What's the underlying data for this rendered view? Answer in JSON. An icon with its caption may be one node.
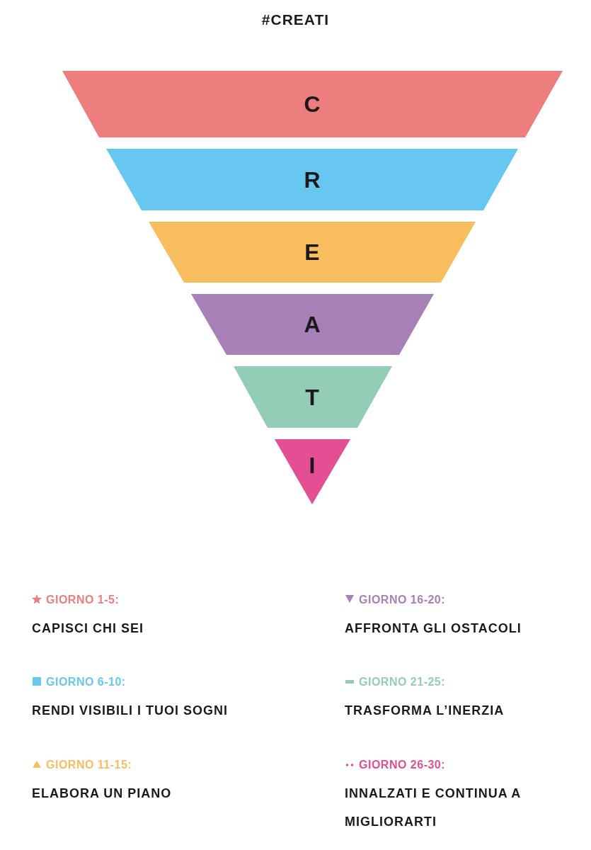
{
  "diagram": {
    "title": "#CREATI",
    "nodes": [
      {
        "text": [
          "C"
        ]
      },
      {
        "text": [
          "R"
        ]
      },
      {
        "text": [
          "E"
        ]
      },
      {
        "text": [
          "A"
        ]
      },
      {
        "text": [
          "T"
        ]
      },
      {
        "text": [
          "I"
        ]
      }
    ],
    "legend": [
      {
        "text": "GIORNO 1-5:",
        "color": "#ee7d7e"
      },
      {
        "text": "GIORNO 6-10:",
        "color": "#67c7f0"
      },
      {
        "text": "GIORNO 11-15:",
        "color": "#f8bd5f"
      },
      {
        "text": "GIORNO 16-20:",
        "color": "#a880b8"
      },
      {
        "text": "GIORNO 21-25:",
        "color": "#93cdb6"
      },
      {
        "text": "GIORNO 26-30:",
        "color": "#e44e93"
      }
    ],
    "labels": [
      "CAPISCI CHI SEI",
      "AFFRONTA GLI OSTACOLI",
      "RENDI VISIBILI I TUOI SOGNI",
      "TRASFORMA L’INERZIA",
      "ELABORA UN PIANO",
      "INNALZATI E CONTINUA A MIGLIORARTI"
    ]
  }
}
